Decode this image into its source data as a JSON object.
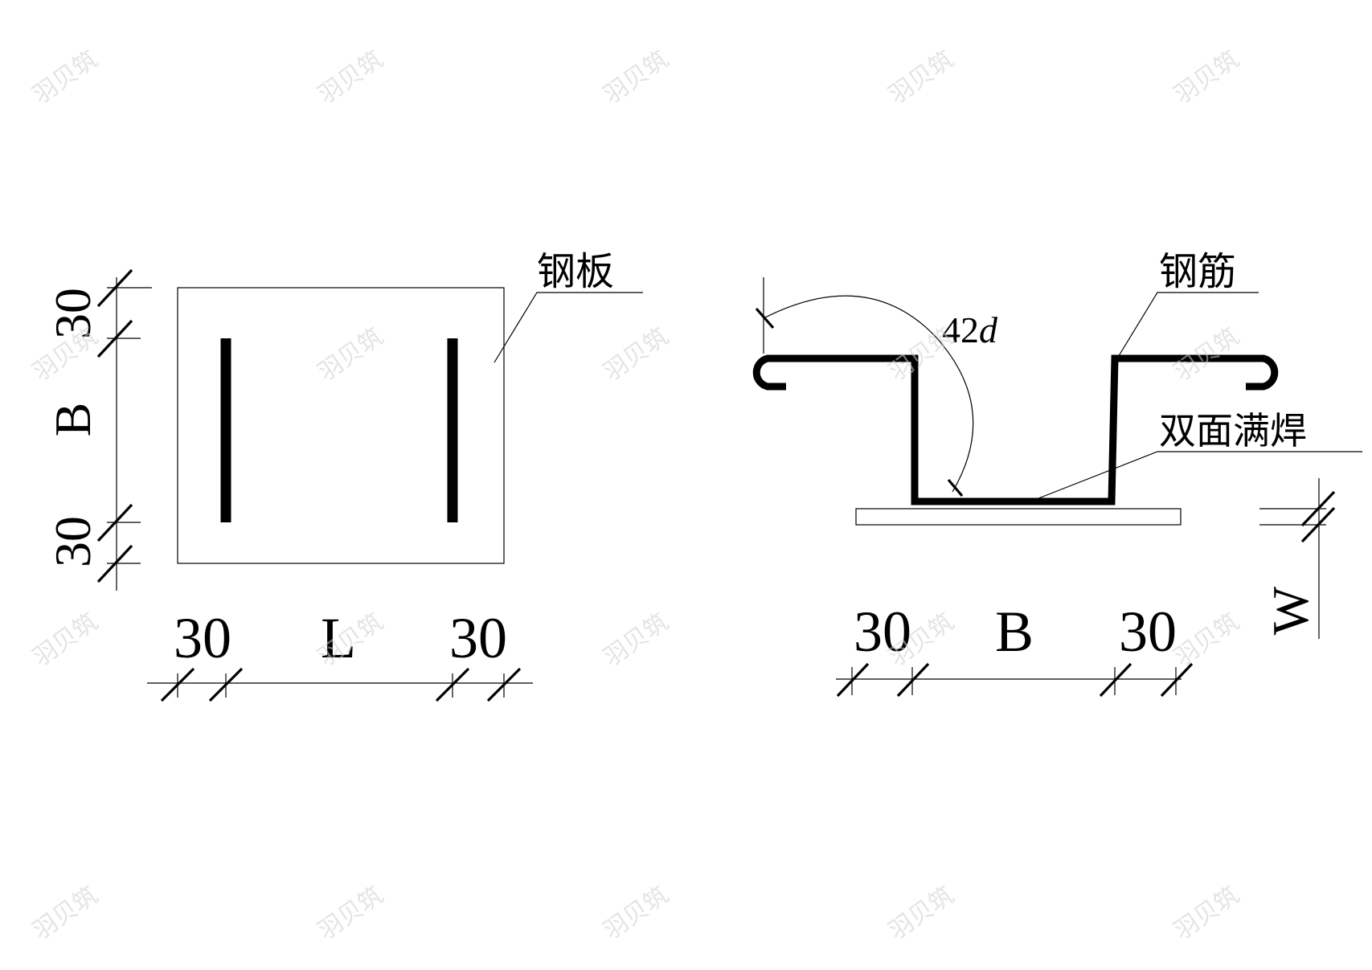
{
  "left_view": {
    "plate_label": "钢板",
    "dim_top": "30",
    "dim_middle": "B",
    "dim_bottom": "30",
    "dim_left": "30",
    "dim_center": "L",
    "dim_right": "30"
  },
  "right_view": {
    "rebar_label": "钢筋",
    "angle_number": "42",
    "angle_var": "d",
    "weld_label": "双面满焊",
    "dim_left": "30",
    "dim_center": "B",
    "dim_right": "30",
    "dim_thickness": "W"
  },
  "watermark": "羽贝筑"
}
